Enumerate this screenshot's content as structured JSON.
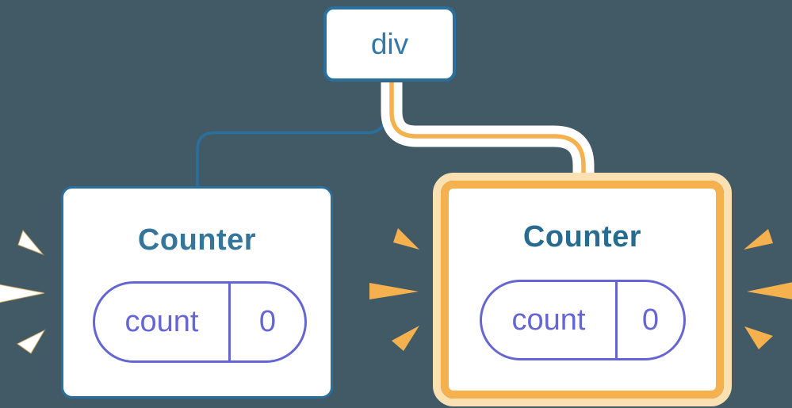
{
  "diagram": {
    "root_label": "div",
    "left_counter": {
      "title": "Counter",
      "state_key": "count",
      "state_value": "0"
    },
    "right_counter": {
      "title": "Counter",
      "state_key": "count",
      "state_value": "0"
    }
  },
  "icons": {
    "left_burst": "spark-rays-white",
    "right_burst": "spark-rays-orange"
  },
  "colors": {
    "background": "#415a66",
    "node_border_blue": "#2b6f9c",
    "node_text_blue": "#3279a8",
    "title_blue": "#35759c",
    "title_blue_bold": "#276b8f",
    "pill_purple": "#6565d4",
    "highlight_orange": "#f5b14e",
    "highlight_pale": "#fbe0b2",
    "card_fill": "#ffffff"
  }
}
